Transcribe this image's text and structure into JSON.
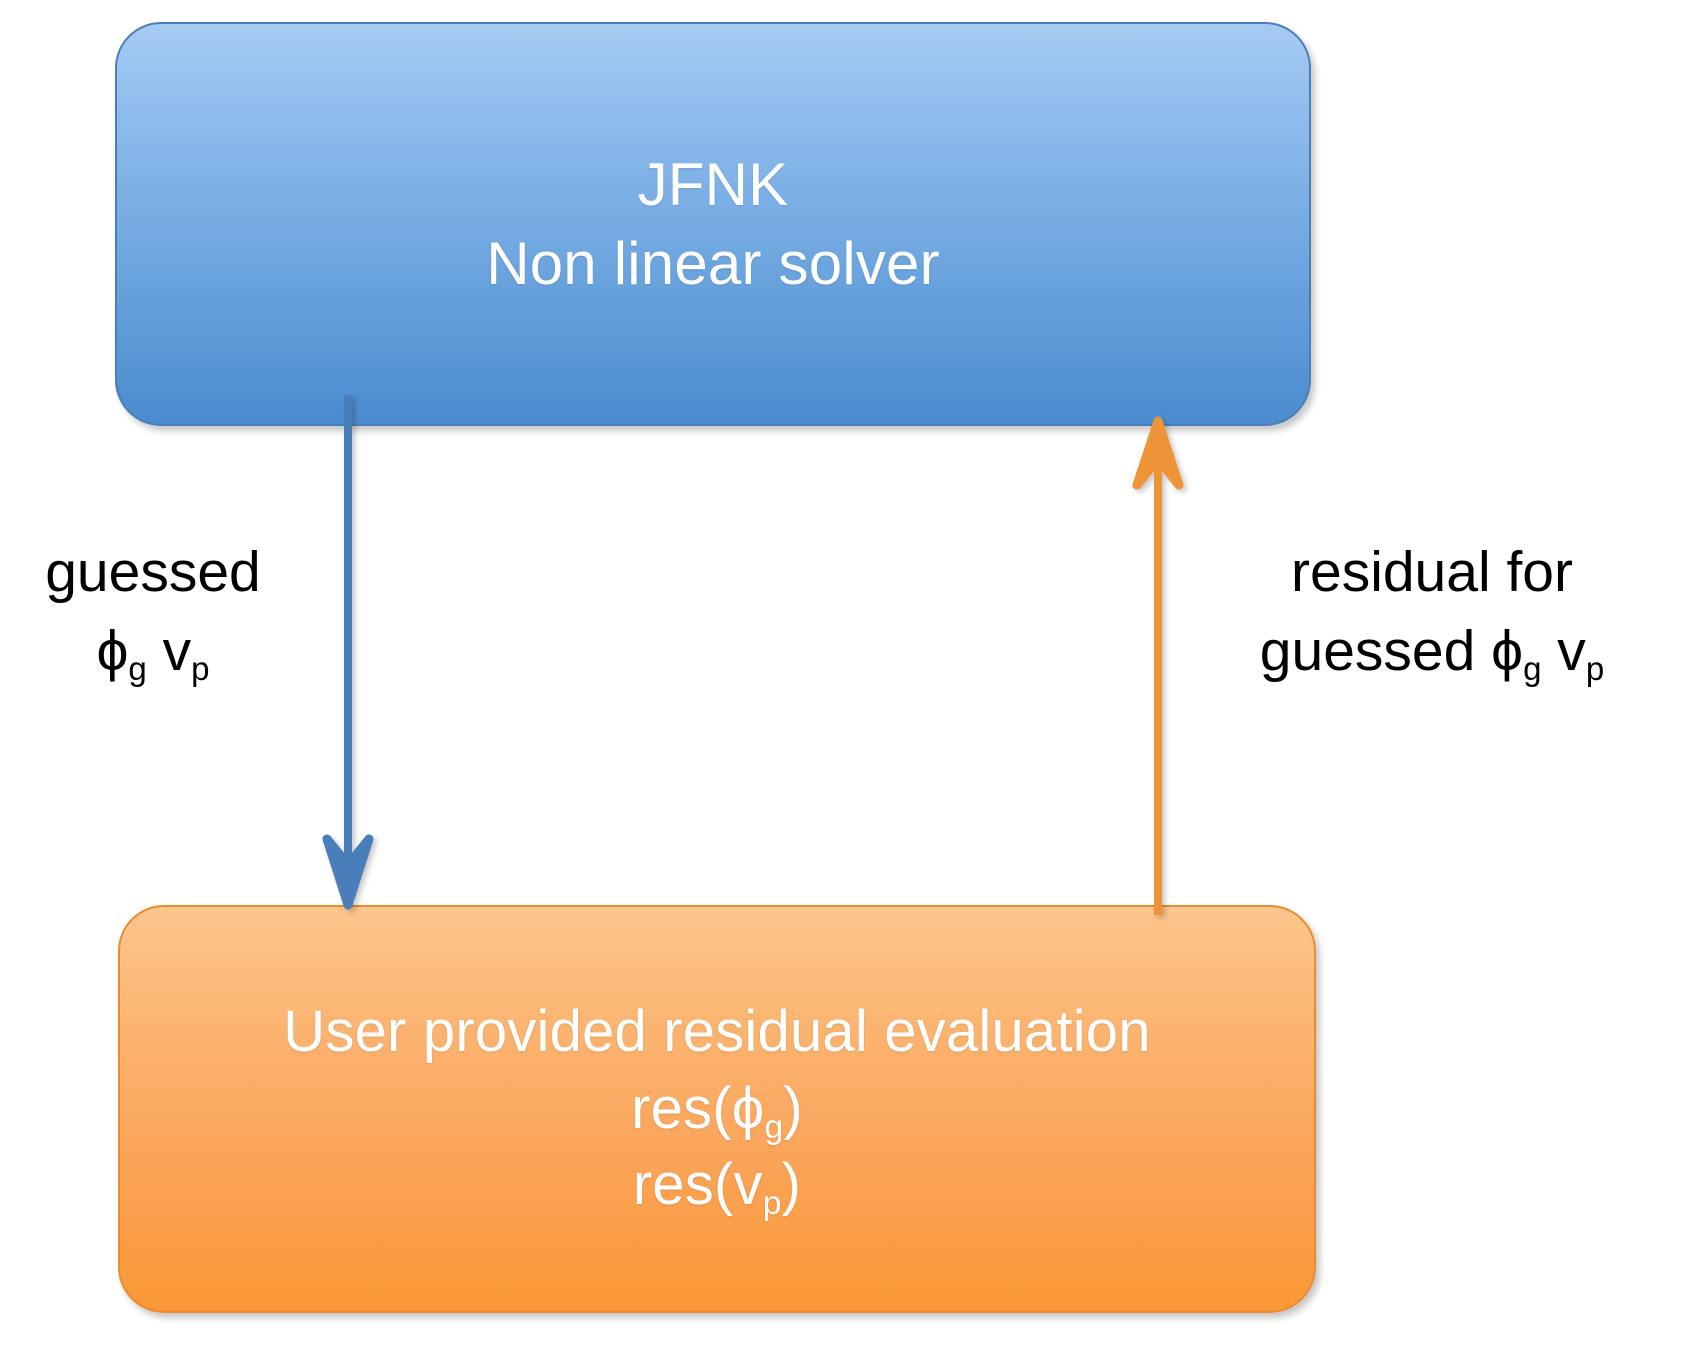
{
  "diagram": {
    "title": "JFNK non linear solver residual evaluation loop",
    "background_color": "#ffffff",
    "nodes": [
      {
        "id": "solver",
        "name": "jfnk-non-linear-solver-node",
        "line1": "JFNK",
        "line2": "Non linear solver",
        "shape": "rounded-rectangle",
        "fill_top": "#a6cbf2",
        "fill_bottom": "#4a8cce",
        "border_color": "#4b7eb8",
        "text_color": "#ffffff"
      },
      {
        "id": "residual",
        "name": "user-provided-residual-evaluation-node",
        "line1": "User provided residual evaluation",
        "line2_prefix": "res(ϕ",
        "line2_sub": "g",
        "line2_suffix": ")",
        "line3_prefix": "res(v",
        "line3_sub": "p",
        "line3_suffix": ")",
        "shape": "rounded-rectangle",
        "fill_top": "#fcc68d",
        "fill_bottom": "#fb9736",
        "border_color": "#e98c30",
        "text_color": "#ffffff"
      }
    ],
    "edges": [
      {
        "id": "solver-to-residual",
        "name": "guessed-values-arrow",
        "direction": "down",
        "color": "#4a7ebb",
        "label_line1": "guessed",
        "label_line2_sym1": "ϕ",
        "label_line2_sub1": "g",
        "label_line2_sym2": "v",
        "label_line2_sub2": "p"
      },
      {
        "id": "residual-to-solver",
        "name": "residual-return-arrow",
        "direction": "up",
        "color": "#ed9339",
        "label_line1": "residual for",
        "label_line2_prefix": "guessed ",
        "label_line2_sym1": "ϕ",
        "label_line2_sub1": "g",
        "label_line2_sym2": " v",
        "label_line2_sub2": "p"
      }
    ]
  }
}
